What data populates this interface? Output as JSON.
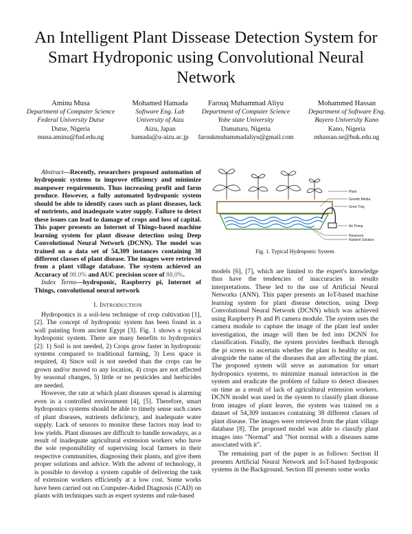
{
  "title_lines": [
    "An Intelligent Plant Dissease Detection System for",
    "Smart Hydroponic using Convolutional Neural",
    "Network"
  ],
  "authors": [
    {
      "name": "Aminu Musa",
      "dept": "Department of Computer Science",
      "inst": "Federal University Dutse",
      "loc": "Dutse, Nigeria",
      "email": "musa.aminu@fud.edu.ng"
    },
    {
      "name": "Mohamed Hamada",
      "dept": "Software Eng. Lab",
      "inst": "University of Aizu",
      "loc": "Aizu, Japan",
      "email": "hamada@u-aizu.ac.jp"
    },
    {
      "name": "Farouq Muhammad Aliyu",
      "dept": "Department of Computer Science",
      "inst": "Yobe state University",
      "loc": "Damaturu, Nigeria",
      "email": "faroukmuhammadaliyu@gmail.com"
    },
    {
      "name": "Mohammed Hassan",
      "dept": "Department of Software Eng.",
      "inst": "Bayero University Kano",
      "loc": "Kano, Nigeria",
      "email": "mhassan.se@buk.edu.ng"
    }
  ],
  "abstract": {
    "label": "Abstract",
    "text": "—Recently, researchers proposed automation of hydroponic systems to improve efficiency and minimize manpower requirements. Thus increasing profit and farm produce. However, a fully automated hydroponic system should be able to identify cases such as plant diseases, lack of nutrients, and inadequate water supply. Failure to detect these issues can lead to damage of crops and loss of capital. This paper presents an Internet of Things-based machine learning system for plant disease detection using Deep Convolutional Neural Network (DCNN). The model was trained on a data set of 54,309 instances containing 38 different classes of plant disease. The images were retrieved from a plant village database. The system achieved an Accuracy of ",
    "accuracy": "98.0%",
    "mid": " and AUC precision score of ",
    "auc": "88.0%",
    "end": "."
  },
  "index_terms": {
    "label": "Index Terms",
    "text": "—hydroponic, Raspberry pi, Internet of Things, convolutional neural network"
  },
  "section1": {
    "num": "I. ",
    "first": "I",
    "rest": "NTRODUCTION"
  },
  "paragraphs_left": [
    "Hydroponics is a soil-less technique of crop cultivation [1], [2]. The concept of hydroponic system has been found in a wall painting from ancient Egypt [3]. Fig. 1 shows a typical hydroponic system. There are many benefits to hydroponics [2]: 1) Soil is not needed, 2) Crops grow faster in hydroponic systems compared to traditional farming, 3) Less space is required, 4) Since soil is not needed than the crops can be grown and/or moved to any location, 4) crops are not affected by seasonal changes, 5) little or no pesticides and herbicides are needed.",
    "However, the rate at which plant diseases spread is alarming even in a controlled environment [4], [5]. Therefore, smart hydroponics systems should be able to timely sense such cases of plant diseases, nutrients deficiency, and inadequate water supply. Lack of sensors to monitor these factors may lead to low yields. Plant diseases are difficult to handle nowadays, as a result of inadequate agricultural extension workers who have the sole responsibility of supervising local farmers in their respective communities, diagnosing their plants, and give them proper solutions and advice. With the advent of technology, it is possible to develop a system capable of delivering the task of extension workers efficiently at a low cost. Some works have been carried out on Computer-Aided Diagnosis (CAD) on plants with techniques such as expert systems and rule-based"
  ],
  "paragraphs_right": [
    "models [6], [7], which are limited to the expert's knowledge thus have the tendencies of inaccuracies in results interpretations. These led to the use of Artificial Neural Networks (ANN). This paper presents an IoT-based machine learning system for plant disease detection, using Deep Convolutional Neural Network (DCNN) which was achieved using Raspberry Pi and Pi camera module. The system uses the camera module to capture the image of the plant leaf under investigation, the image will then be fed into DCNN for classification. Finally, the system provides feedback through the pi screen to ascertain whether the plant is healthy or not, alongside the name of the diseases that are affecting the plant. The proposed system will serve as automation for smart hydroponics systems, to minimize manual interaction in the system and eradicate the problem of failure to detect diseases on time as a result of lack of agricultural extension workers. DCNN model was used in the system to classify plant disease from images of plant leaves, the system was trained on a dataset of 54,309 instances containing 38 different classes of plant disease. The images were retrieved from the plant village database [8]. The proposed model was able to classify plant images into \"Normal\" and \"Not normal with a diseases name associated with it\".",
    "The remaining part of the paper is as follows: Section II presents Artificial Neural Network and IoT-based hydroponic systems in the Background. Section III presents some works"
  ],
  "figure": {
    "caption": "Fig. 1.  Typical Hydroponic System",
    "labels": {
      "plant": "Plant",
      "growth_media": "Growth Media",
      "grow_tray": "Grow Tray",
      "air_pump": "Air Pump",
      "reservoir": "Reservoir",
      "nutrient_solution": "Nutrient Solution"
    },
    "colors": {
      "tray": "#8a6a2a",
      "reservoir": "#2e8b2e",
      "water": "#2a7fd4"
    }
  }
}
